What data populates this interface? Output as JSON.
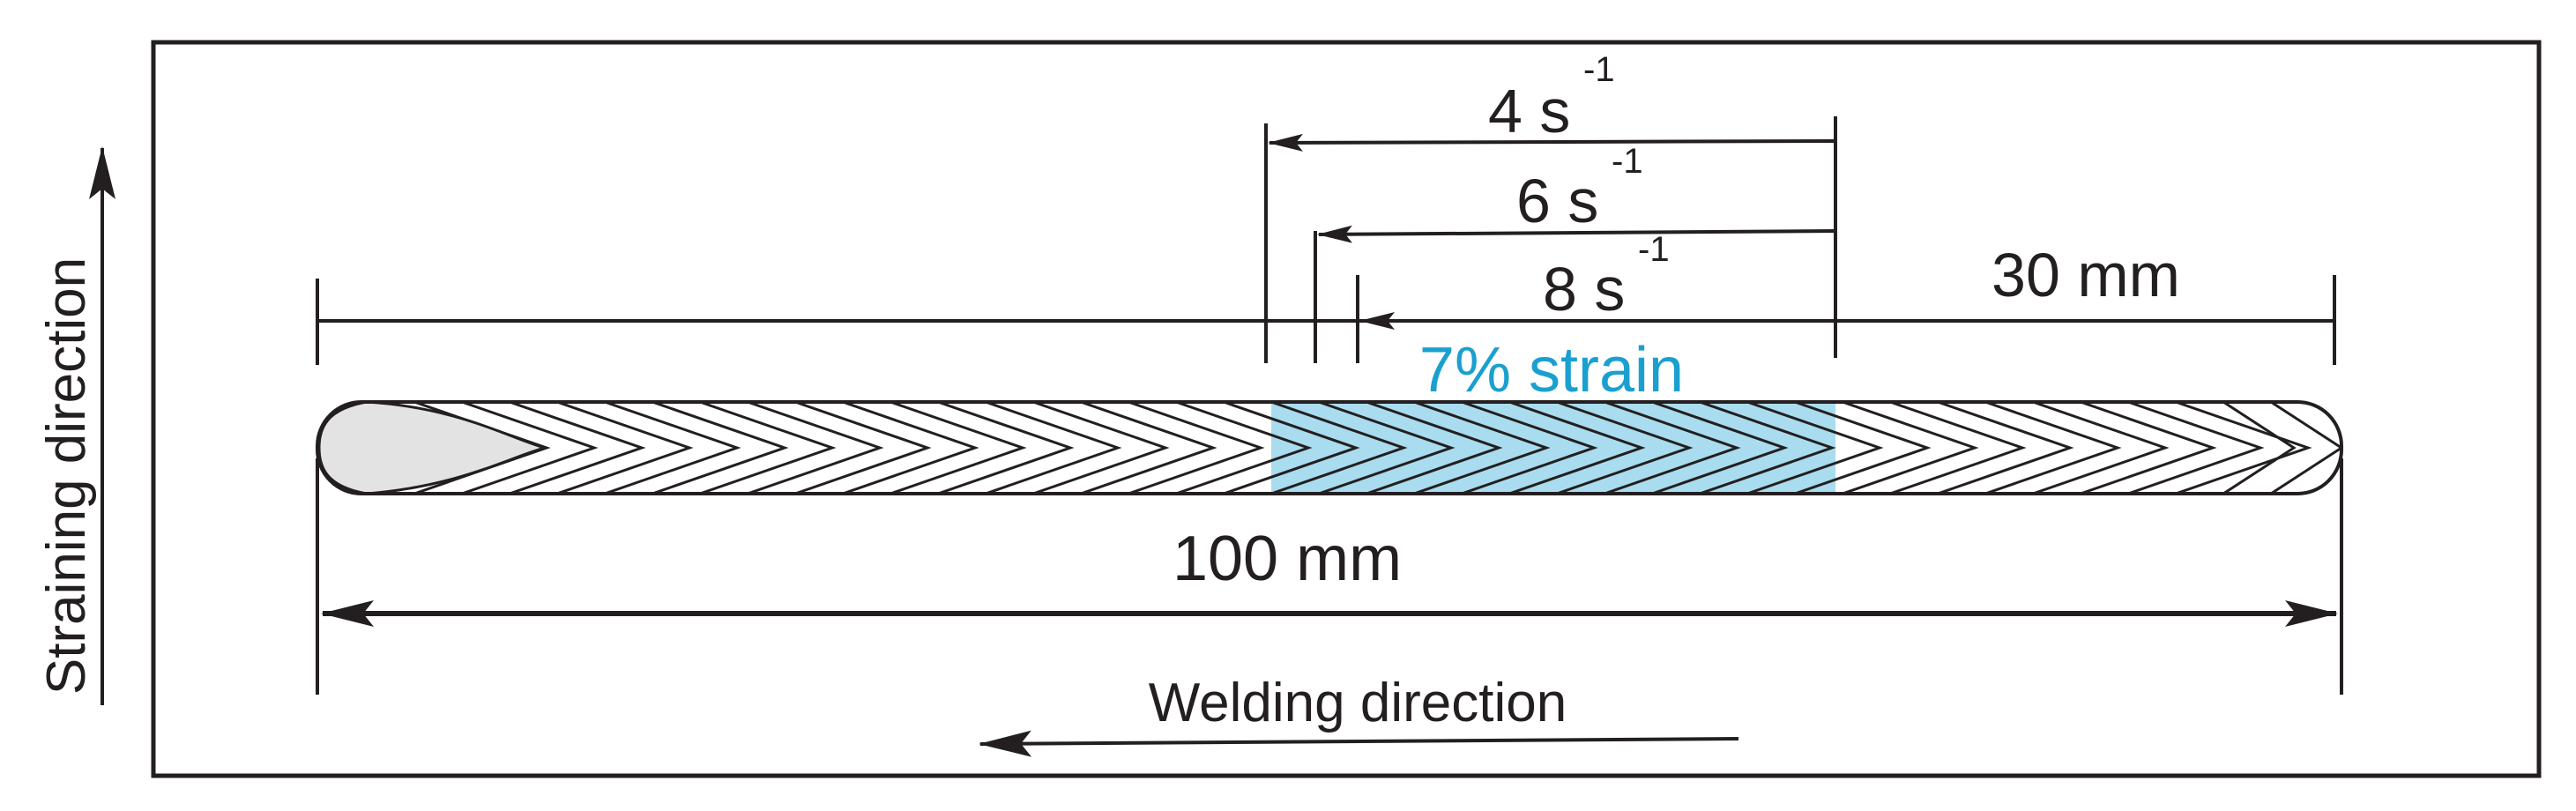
{
  "labels": {
    "straining_direction": "Straining direction",
    "welding_direction": "Welding direction",
    "total_length": "100 mm",
    "end_length": "30 mm",
    "strain": "7% strain",
    "rate_4": "4 s",
    "rate_6": "6 s",
    "rate_8": "8 s",
    "exponent": "-1"
  },
  "colors": {
    "ink": "#231f20",
    "strain_zone": "#a9dcee",
    "strain_text": "#1aa0cf",
    "weld_start": "#e3e3e3"
  },
  "icons": {
    "straining_arrow": "arrow-up-icon",
    "welding_arrow": "arrow-left-icon"
  }
}
